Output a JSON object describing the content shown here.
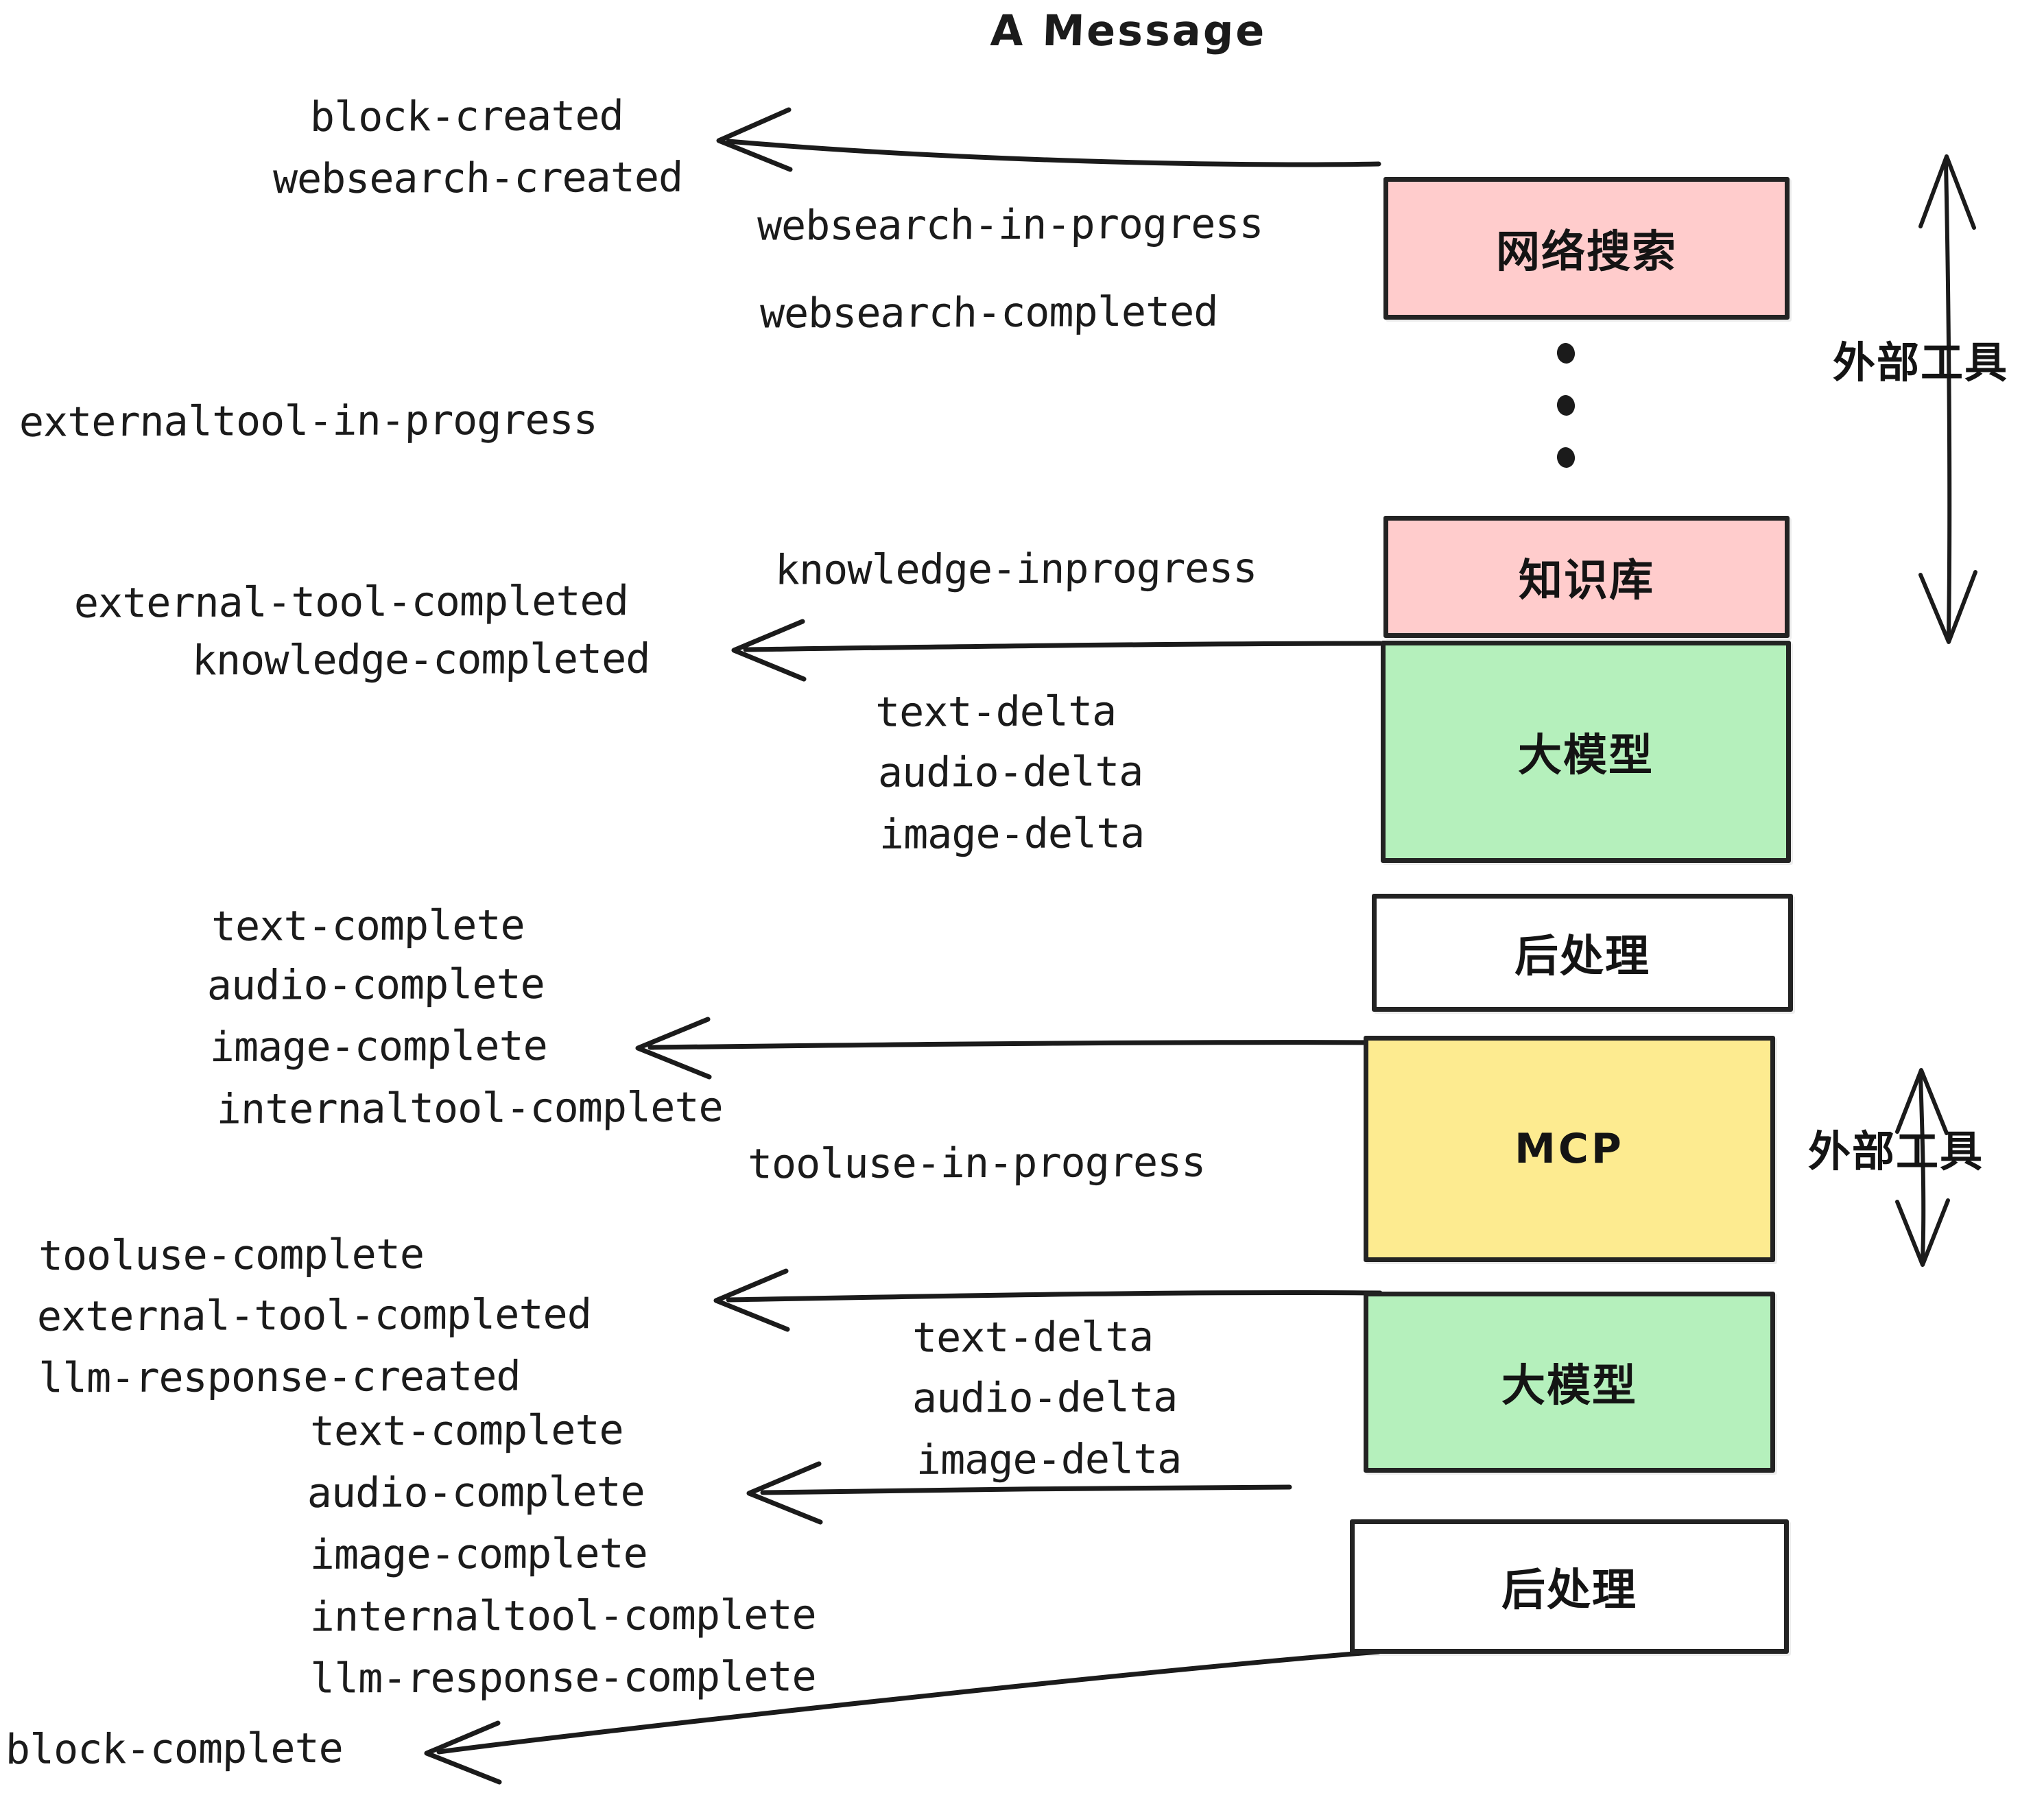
{
  "title": "A Message",
  "colors": {
    "pink": "#FFCCCC",
    "green": "#B5F0BC",
    "yellow": "#FDEB90",
    "white": "#FFFFFF",
    "ink": "#1B1B1B"
  },
  "nodes": [
    {
      "key": "websearch",
      "label": "网络搜索",
      "fill": "#FFCCCC"
    },
    {
      "key": "knowledge",
      "label": "知识库",
      "fill": "#FFCCCC"
    },
    {
      "key": "llm1",
      "label": "大模型",
      "fill": "#B5F0BC"
    },
    {
      "key": "postproc1",
      "label": "后处理",
      "fill": "#FFFFFF"
    },
    {
      "key": "mcp",
      "label": "MCP",
      "fill": "#FDEB90"
    },
    {
      "key": "llm2",
      "label": "大模型",
      "fill": "#B5F0BC"
    },
    {
      "key": "postproc2",
      "label": "后处理",
      "fill": "#FFFFFF"
    }
  ],
  "annotations": [
    {
      "key": "external-tools-top",
      "label": "外部工具"
    },
    {
      "key": "external-tools-bottom",
      "label": "外部工具"
    }
  ],
  "events": [
    {
      "key": "block-created",
      "text": "block-created"
    },
    {
      "key": "websearch-created",
      "text": "websearch-created"
    },
    {
      "key": "websearch-in-progress",
      "text": "websearch-in-progress"
    },
    {
      "key": "websearch-completed",
      "text": "websearch-completed"
    },
    {
      "key": "externaltool-in-progress",
      "text": "externaltool-in-progress"
    },
    {
      "key": "knowledge-inprogress",
      "text": "knowledge-inprogress"
    },
    {
      "key": "external-tool-completed-1",
      "text": "external-tool-completed"
    },
    {
      "key": "knowledge-completed",
      "text": "knowledge-completed"
    },
    {
      "key": "text-delta-1",
      "text": "text-delta"
    },
    {
      "key": "audio-delta-1",
      "text": "audio-delta"
    },
    {
      "key": "image-delta-1",
      "text": "image-delta"
    },
    {
      "key": "text-complete-1",
      "text": "text-complete"
    },
    {
      "key": "audio-complete-1",
      "text": "audio-complete"
    },
    {
      "key": "image-complete-1",
      "text": "image-complete"
    },
    {
      "key": "internaltool-complete-1",
      "text": "internaltool-complete"
    },
    {
      "key": "tooluse-in-progress",
      "text": "tooluse-in-progress"
    },
    {
      "key": "tooluse-complete",
      "text": "tooluse-complete"
    },
    {
      "key": "external-tool-completed-2",
      "text": "external-tool-completed"
    },
    {
      "key": "llm-response-created",
      "text": "llm-response-created"
    },
    {
      "key": "text-delta-2",
      "text": "text-delta"
    },
    {
      "key": "audio-delta-2",
      "text": "audio-delta"
    },
    {
      "key": "image-delta-2",
      "text": "image-delta"
    },
    {
      "key": "text-complete-2",
      "text": "text-complete"
    },
    {
      "key": "audio-complete-2",
      "text": "audio-complete"
    },
    {
      "key": "image-complete-2",
      "text": "image-complete"
    },
    {
      "key": "internaltool-complete-2",
      "text": "internaltool-complete"
    },
    {
      "key": "llm-response-complete",
      "text": "llm-response-complete"
    },
    {
      "key": "block-complete",
      "text": "block-complete"
    }
  ]
}
